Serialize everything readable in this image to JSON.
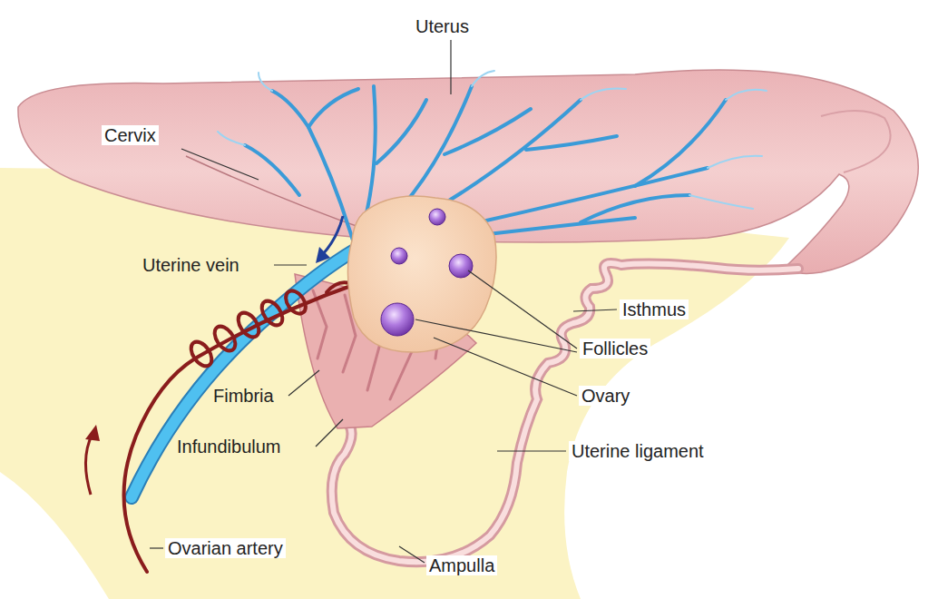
{
  "diagram": {
    "labels": [
      "Uterus",
      "Cervix",
      "Uterine vein",
      "Isthmus",
      "Follicles",
      "Fimbria",
      "Ovary",
      "Infundibulum",
      "Uterine ligament",
      "Ovarian artery",
      "Ampulla"
    ]
  }
}
